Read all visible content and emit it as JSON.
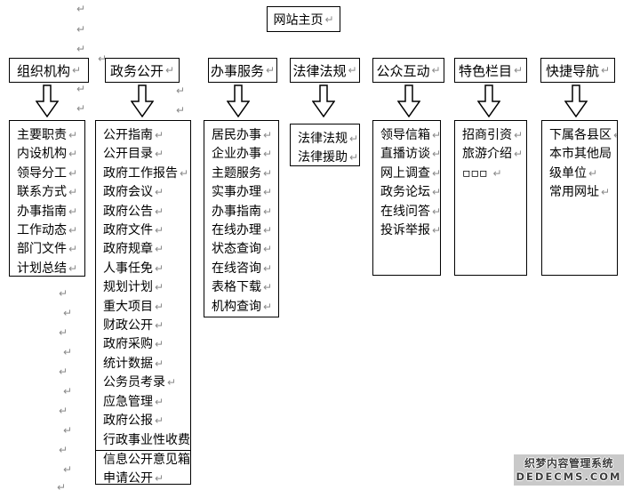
{
  "diagram": {
    "root_label": "网站主页",
    "columns": [
      {
        "title": "组织机构",
        "items": [
          "主要职责",
          "内设机构",
          "领导分工",
          "联系方式",
          "办事指南",
          "工作动态",
          "部门文件",
          "计划总结"
        ]
      },
      {
        "title": "政务公开",
        "items": [
          "公开指南",
          "公开目录",
          "政府工作报告",
          "政府会议",
          "政府公告",
          "政府文件",
          "政府规章",
          "人事任免",
          "规划计划",
          "重大项目",
          "财政公开",
          "政府采购",
          "统计数据",
          "公务员考录",
          "应急管理",
          "政府公报",
          "行政事业性收费",
          "信息公开意见箱",
          "申请公开"
        ]
      },
      {
        "title": "办事服务",
        "items": [
          "居民办事",
          "企业办事",
          "主题服务",
          "实事办理",
          "办事指南",
          "在线办理",
          "状态查询",
          "在线咨询",
          "表格下载",
          "机构查询"
        ]
      },
      {
        "title": "法律法规",
        "items": [
          "法律法规",
          "法律援助"
        ]
      },
      {
        "title": "公众互动",
        "items": [
          "领导信箱",
          "直播访谈",
          "网上调查",
          "政务论坛",
          "在线问答",
          "投诉举报"
        ]
      },
      {
        "title": "特色栏目",
        "items": [
          "招商引资",
          "旅游介绍",
          "▫▫▫"
        ]
      },
      {
        "title": "快捷导航",
        "items": [
          "下属各县区",
          "本市其他局",
          "级单位",
          "常用网址"
        ]
      }
    ]
  },
  "marks": {
    "return_symbol": "↵"
  },
  "watermark": {
    "line1": "织梦内容管理系统",
    "line2": "DEDECMS.COM",
    "bg": "#c9c9c9"
  },
  "colors": {
    "border": "#000000",
    "mark": "#8a8a8a",
    "background": "#ffffff"
  }
}
